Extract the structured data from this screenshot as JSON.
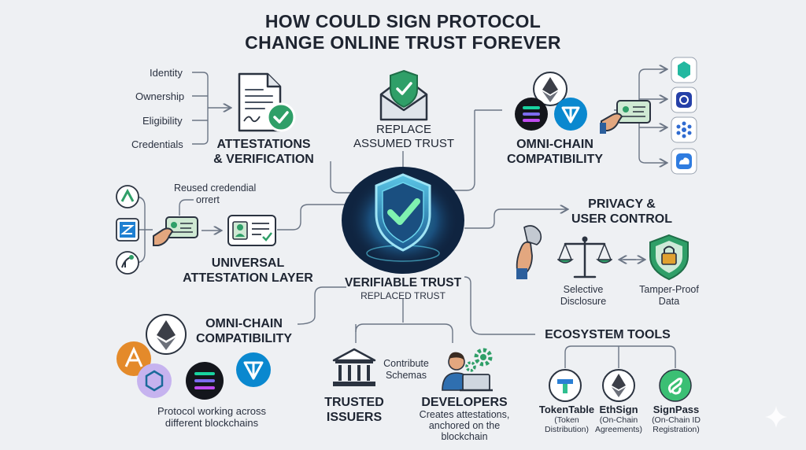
{
  "title": {
    "line1": "HOW COULD SIGN PROTOCOL",
    "line2": "CHANGE ONLINE TRUST FOREVER"
  },
  "attestations": {
    "items": [
      "Identity",
      "Ownership",
      "Eligibility",
      "Credentials"
    ],
    "heading_line1": "ATTESTATIONS",
    "heading_line2": "& VERIFICATION"
  },
  "replace": {
    "line1": "REPLACE",
    "line2": "ASSUMED TRUST"
  },
  "omni_top": {
    "line1": "OMNI-CHAIN",
    "line2": "COMPATIBILITY"
  },
  "universal": {
    "note_line1": "Reused credendial",
    "note_line2": "orrert",
    "heading_line1": "UNIVERSAL",
    "heading_line2": "ATTESTATION LAYER"
  },
  "center": {
    "title": "VERIFIABLE TRUST",
    "subtitle": "REPLACED TRUST"
  },
  "privacy": {
    "heading_line1": "PRIVACY &",
    "heading_line2": "USER CONTROL",
    "selective_line1": "Selective",
    "selective_line2": "Disclosure",
    "tamper_line1": "Tamper-Proof",
    "tamper_line2": "Data"
  },
  "omni_bottom": {
    "heading_line1": "OMNI-CHAIN",
    "heading_line2": "COMPATIBILITY",
    "caption_line1": "Protocol working across",
    "caption_line2": "different blockchains"
  },
  "issuers": {
    "heading_line1": "TRUSTED",
    "heading_line2": "ISSUERS"
  },
  "contribute": {
    "line1": "Contribute",
    "line2": "Schemas"
  },
  "developers": {
    "heading": "DEVELOPERS",
    "line1": "Creates attestations,",
    "line2": "anchored on the",
    "line3": "blockchain"
  },
  "ecosystem": {
    "heading": "ECOSYSTEM TOOLS",
    "tools": [
      {
        "name": "TokenTable",
        "sub1": "(Token",
        "sub2": "Distribution)"
      },
      {
        "name": "EthSign",
        "sub1": "(On-Chain",
        "sub2": "Agreements)"
      },
      {
        "name": "SignPass",
        "sub1": "(On-Chain ID",
        "sub2": "Registration)"
      }
    ]
  },
  "icons": [
    "document-icon",
    "checkmark-icon",
    "envelope-shield-icon",
    "ethereum-icon",
    "solana-icon",
    "ton-icon",
    "hand-card-icon",
    "chain-app-icons",
    "credential-card-icon",
    "shield-check-icon",
    "scales-icon",
    "lock-shield-icon",
    "bank-icon",
    "developer-icon",
    "gear-icon",
    "tokentable-icon",
    "ethsign-icon",
    "signpass-icon",
    "sparkle-icon"
  ],
  "colors": {
    "teal": "#2f9f68",
    "navy": "#1e2532",
    "shield_blue": "#2c7fb8",
    "background": "#eef0f3"
  }
}
